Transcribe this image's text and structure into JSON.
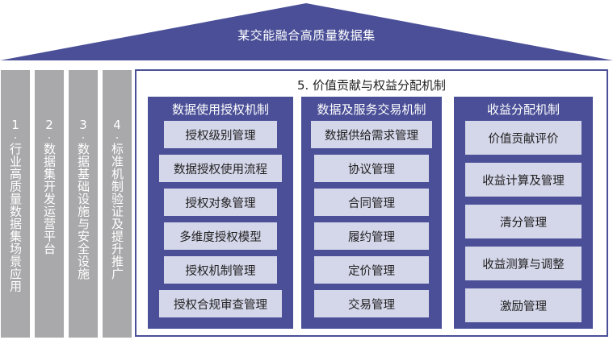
{
  "roof": {
    "title": "某交能融合高质量数据集"
  },
  "pillars": [
    {
      "num": "1",
      "text": "行业高质量数据集场景应用"
    },
    {
      "num": "2",
      "text": "数据集开发运营平台"
    },
    {
      "num": "3",
      "text": "数据基础设施与安全设施"
    },
    {
      "num": "4",
      "text": "标准机制验证及提升推广"
    }
  ],
  "main": {
    "title": "5. 价值贡献与权益分配机制",
    "columns": [
      {
        "title": "数据使用授权机制",
        "items": [
          "授权级别管理",
          "数据授权使用流程",
          "授权对象管理",
          "多维度授权模型",
          "授权机制管理",
          "授权合规审查管理"
        ]
      },
      {
        "title": "数据及服务交易机制",
        "items": [
          "数据供给需求管理",
          "协议管理",
          "合同管理",
          "履约管理",
          "定价管理",
          "交易管理"
        ]
      },
      {
        "title": "收益分配机制",
        "items": [
          "价值贡献评价",
          "收益计算及管理",
          "清分管理",
          "收益测算与调整",
          "激励管理"
        ]
      }
    ]
  },
  "colors": {
    "roof": "#4a4f97",
    "pillar": "#a9a9ab",
    "item_bg": "#d4d6e9"
  }
}
